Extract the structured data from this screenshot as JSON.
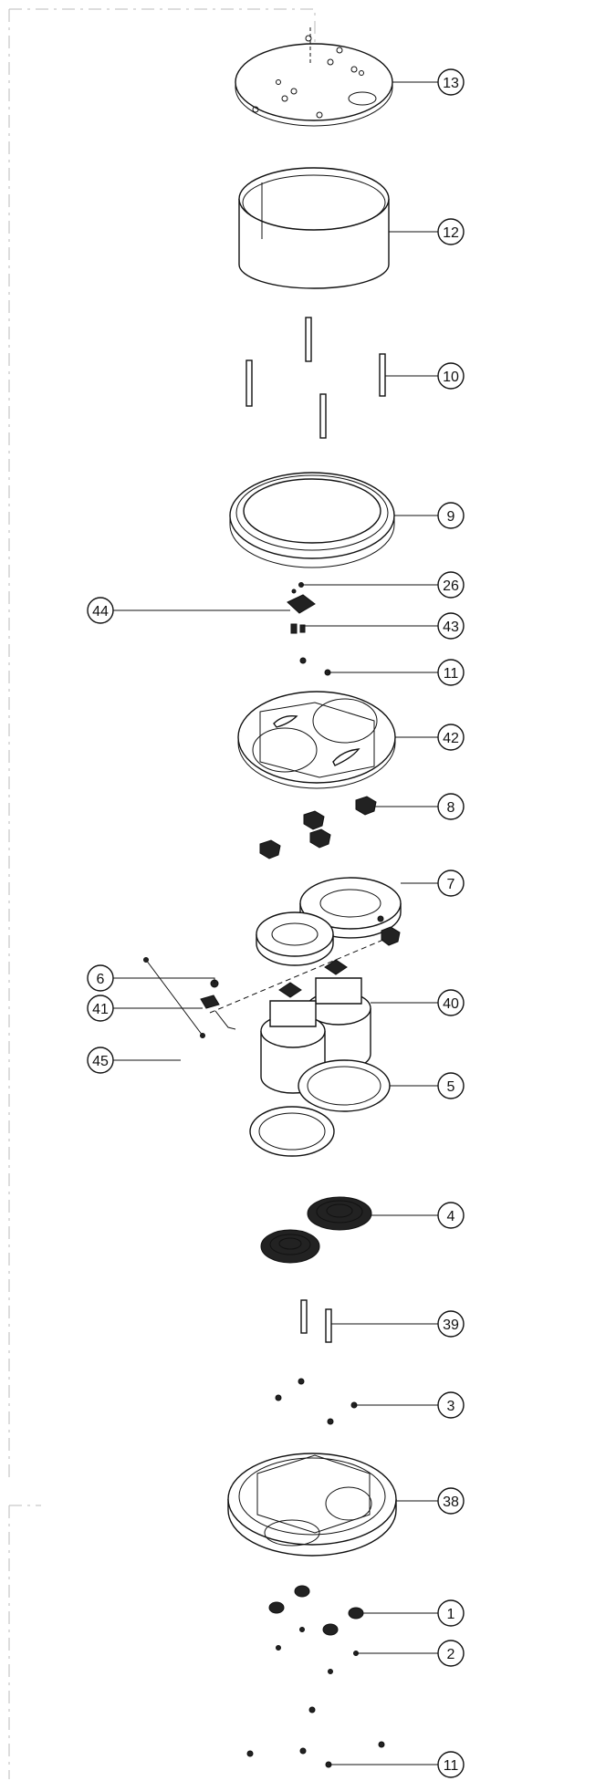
{
  "diagram": {
    "callouts": [
      {
        "id": "c13",
        "label": "13"
      },
      {
        "id": "c12",
        "label": "12"
      },
      {
        "id": "c10",
        "label": "10"
      },
      {
        "id": "c9",
        "label": "9"
      },
      {
        "id": "c26",
        "label": "26"
      },
      {
        "id": "c44",
        "label": "44"
      },
      {
        "id": "c43",
        "label": "43"
      },
      {
        "id": "c11a",
        "label": "11"
      },
      {
        "id": "c42",
        "label": "42"
      },
      {
        "id": "c8",
        "label": "8"
      },
      {
        "id": "c7",
        "label": "7"
      },
      {
        "id": "c6",
        "label": "6"
      },
      {
        "id": "c40",
        "label": "40"
      },
      {
        "id": "c41",
        "label": "41"
      },
      {
        "id": "c45",
        "label": "45"
      },
      {
        "id": "c5",
        "label": "5"
      },
      {
        "id": "c4",
        "label": "4"
      },
      {
        "id": "c39",
        "label": "39"
      },
      {
        "id": "c3",
        "label": "3"
      },
      {
        "id": "c38",
        "label": "38"
      },
      {
        "id": "c1",
        "label": "1"
      },
      {
        "id": "c2",
        "label": "2"
      },
      {
        "id": "c11b",
        "label": "11"
      }
    ]
  }
}
